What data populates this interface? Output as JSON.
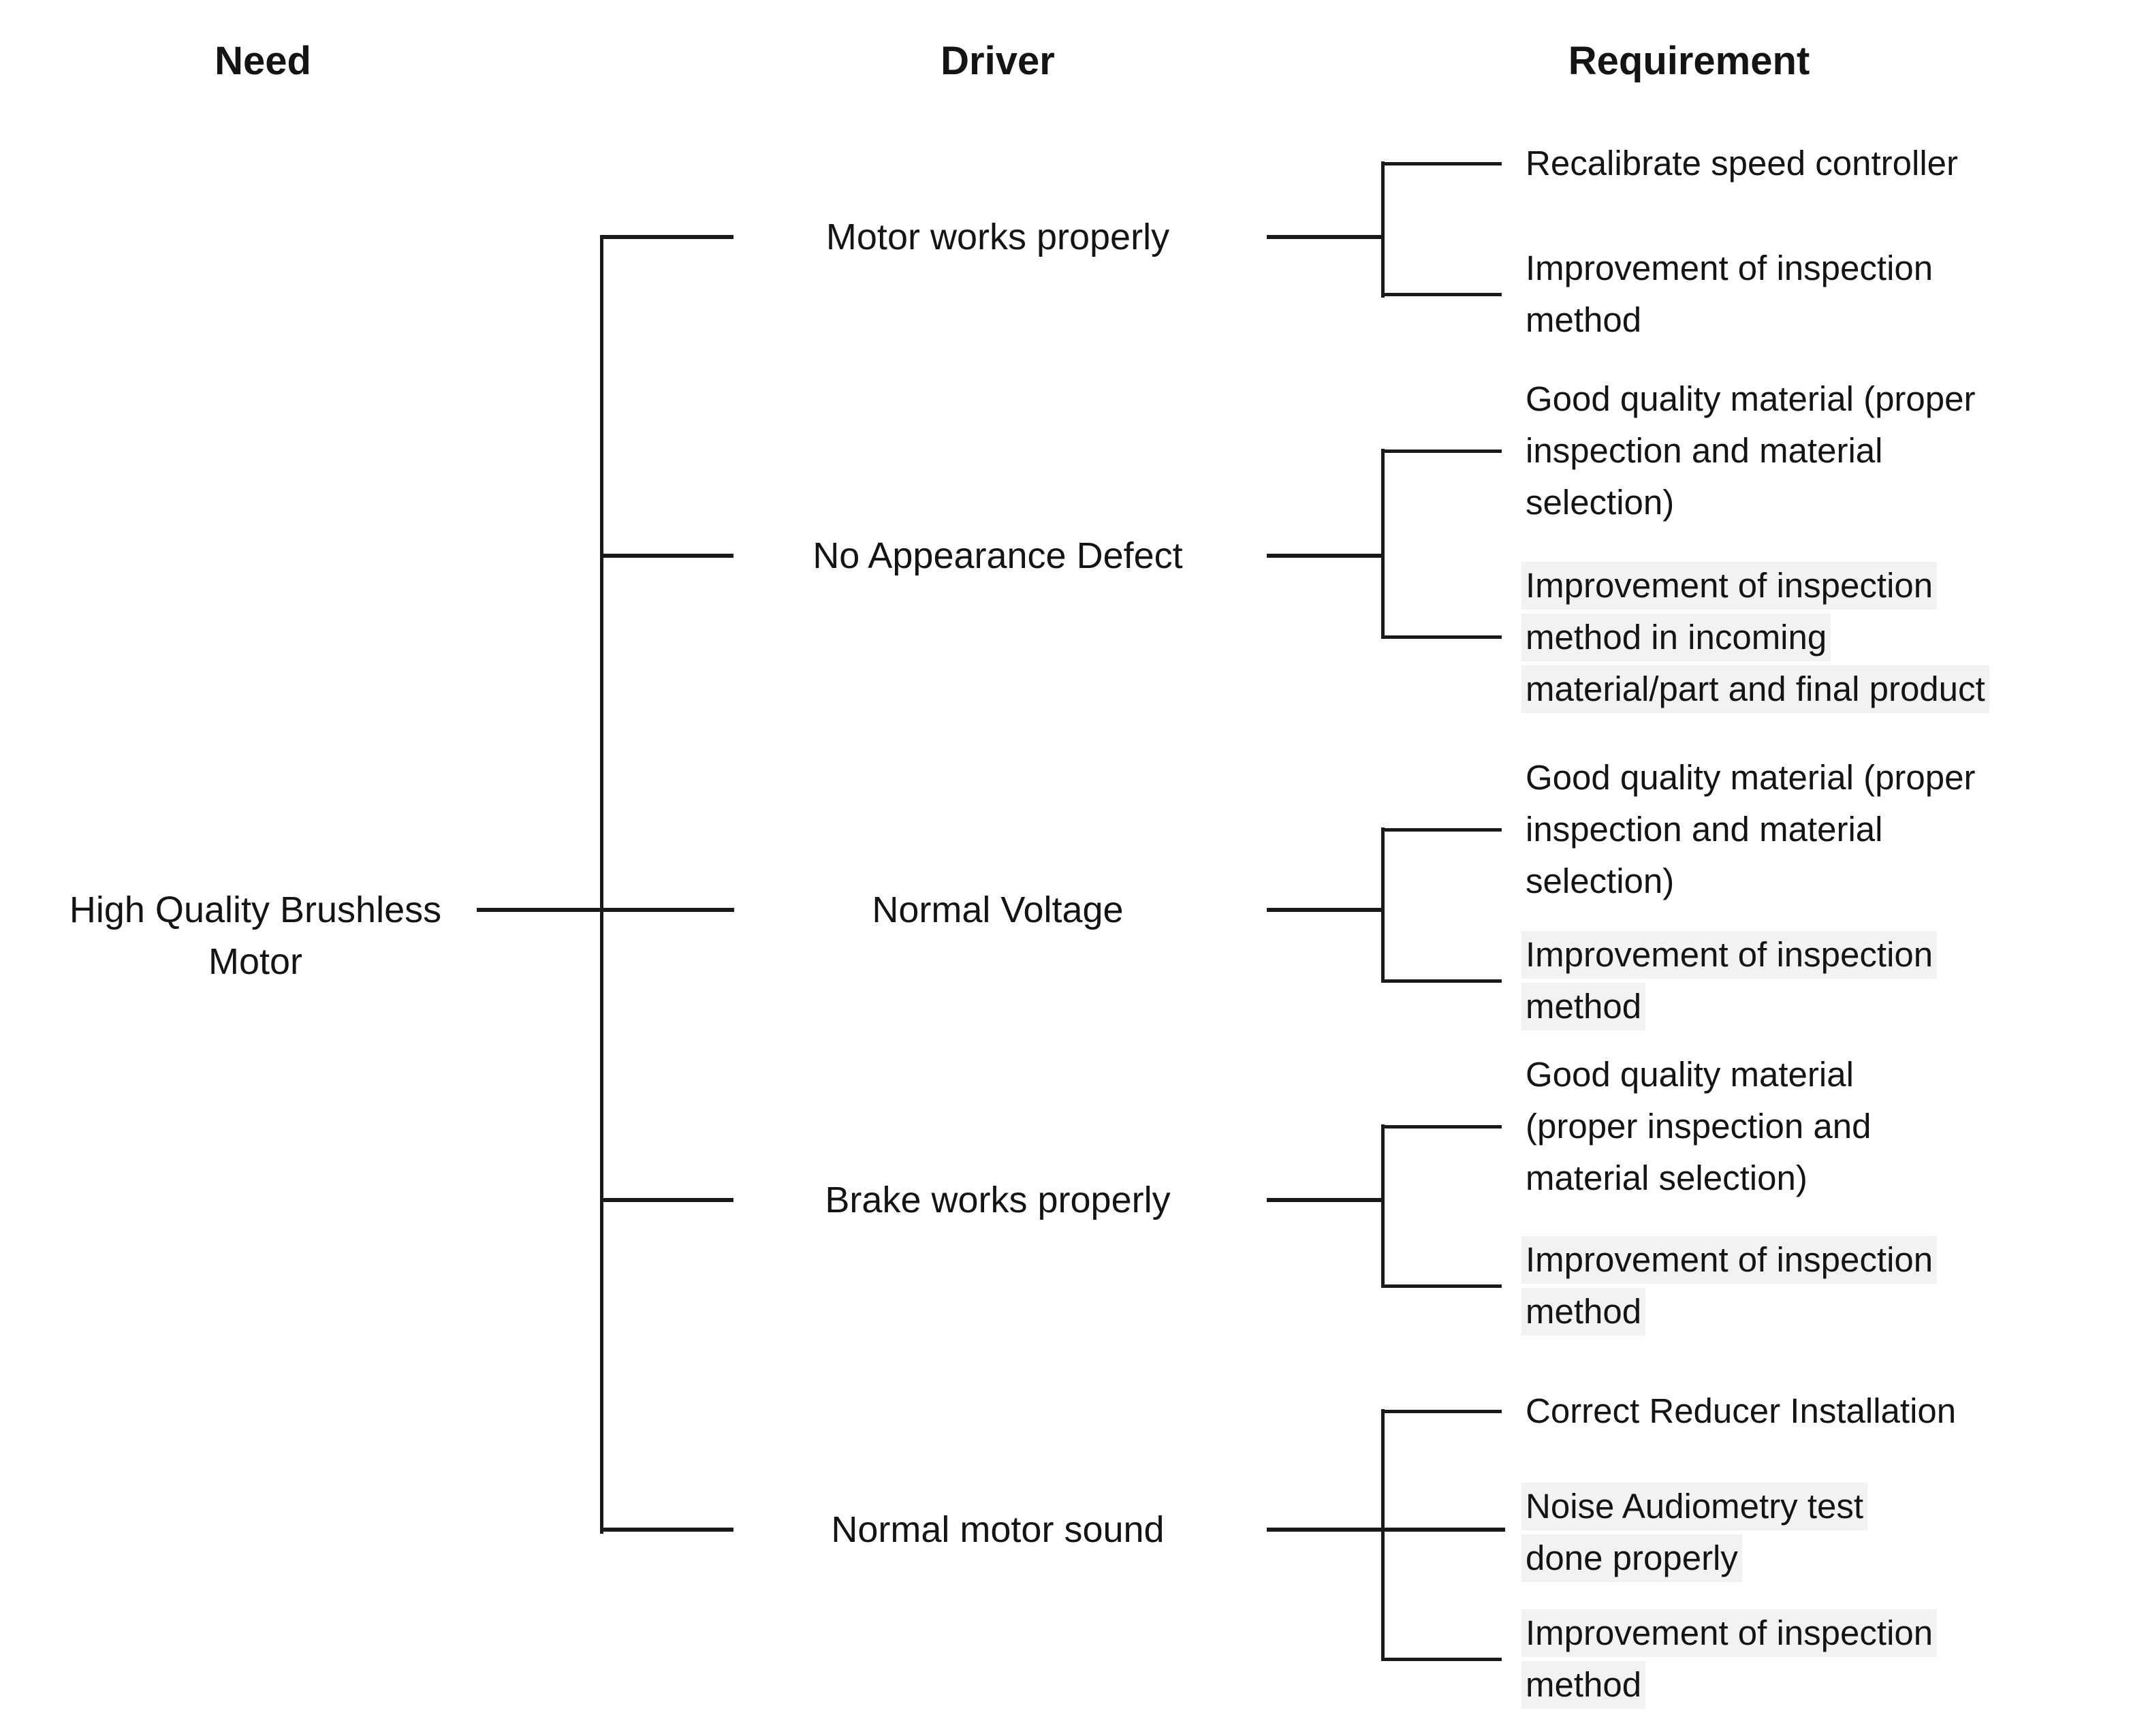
{
  "diagram": {
    "colors": {
      "background": "#ffffff",
      "text": "#141414",
      "line": "#1a1a1a",
      "highlight": "#f2f2f4"
    },
    "headers": {
      "need": "Need",
      "driver": "Driver",
      "requirement": "Requirement"
    },
    "root": {
      "line1": "High Quality Brushless",
      "line2": "Motor"
    },
    "groups": [
      {
        "driver": "Motor works properly",
        "requirements": [
          {
            "highlighted": false,
            "lines": [
              "Recalibrate speed controller"
            ]
          },
          {
            "highlighted": false,
            "lines": [
              "Improvement of inspection",
              "method"
            ]
          }
        ]
      },
      {
        "driver": "No Appearance Defect",
        "requirements": [
          {
            "highlighted": false,
            "lines": [
              "Good quality material (proper",
              "inspection and material",
              "selection)"
            ]
          },
          {
            "highlighted": true,
            "lines": [
              "Improvement of inspection",
              "method in incoming",
              "material/part and final product"
            ]
          }
        ]
      },
      {
        "driver": "Normal Voltage",
        "requirements": [
          {
            "highlighted": false,
            "lines": [
              "Good quality material (proper",
              "inspection and material",
              "selection)"
            ]
          },
          {
            "highlighted": true,
            "lines": [
              "Improvement of inspection",
              "method"
            ]
          }
        ]
      },
      {
        "driver": "Brake works properly",
        "requirements": [
          {
            "highlighted": false,
            "lines": [
              "Good quality material",
              "(proper inspection and",
              "material selection)"
            ]
          },
          {
            "highlighted": true,
            "lines": [
              "Improvement of inspection",
              "method"
            ]
          }
        ]
      },
      {
        "driver": "Normal motor sound",
        "requirements": [
          {
            "highlighted": false,
            "lines": [
              "Correct Reducer Installation"
            ]
          },
          {
            "highlighted": true,
            "lines": [
              "Noise Audiometry test",
              "done properly"
            ]
          },
          {
            "highlighted": true,
            "lines": [
              "Improvement of inspection",
              "method"
            ]
          }
        ]
      }
    ]
  }
}
